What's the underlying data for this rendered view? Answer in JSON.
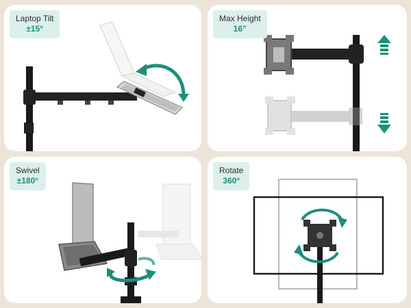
{
  "panels": [
    {
      "title": "Laptop Tilt",
      "value": "±15°"
    },
    {
      "title": "Max Height",
      "value": "16”"
    },
    {
      "title": "Swivel",
      "value": "±180°"
    },
    {
      "title": "Rotate",
      "value": "360°"
    }
  ],
  "colors": {
    "background": "#ece4d7",
    "panel": "#ffffff",
    "label_bg": "#dcefeb",
    "accent": "#1c8f7a",
    "arm": "#1a1a1a",
    "ghost": "#c8c8c8"
  },
  "icons": [
    "curved-arrow-icon",
    "up-arrow-icon",
    "down-arrow-icon",
    "rotate-arrows-icon"
  ]
}
